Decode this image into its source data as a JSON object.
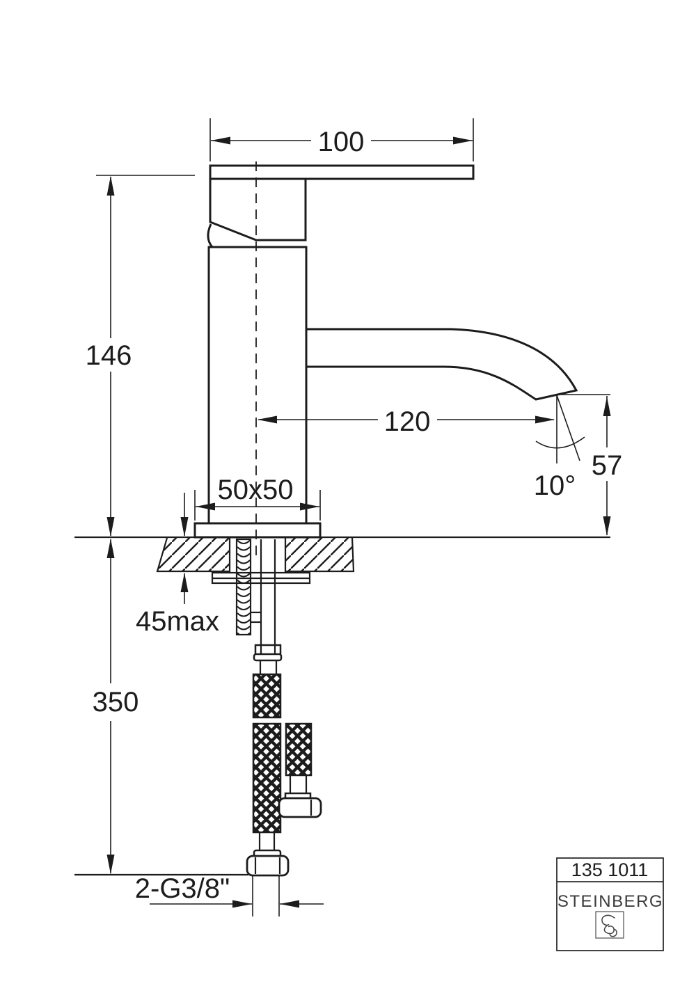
{
  "drawing": {
    "type": "faucet-installation-dimension-drawing",
    "colors": {
      "line": "#1c1c1c",
      "background": "#ffffff"
    },
    "dimensions": {
      "lever_width": "100",
      "total_height": "146",
      "spout_reach": "120",
      "spout_height": "57",
      "spout_angle": "10°",
      "base_size": "50x50",
      "deck_thickness": "45max",
      "hose_length": "350",
      "connection": "2-G3/8\""
    },
    "title_block": {
      "model": "135 1011",
      "brand": "STEINBERG",
      "logo_icon": "steinberg-swirl"
    }
  }
}
